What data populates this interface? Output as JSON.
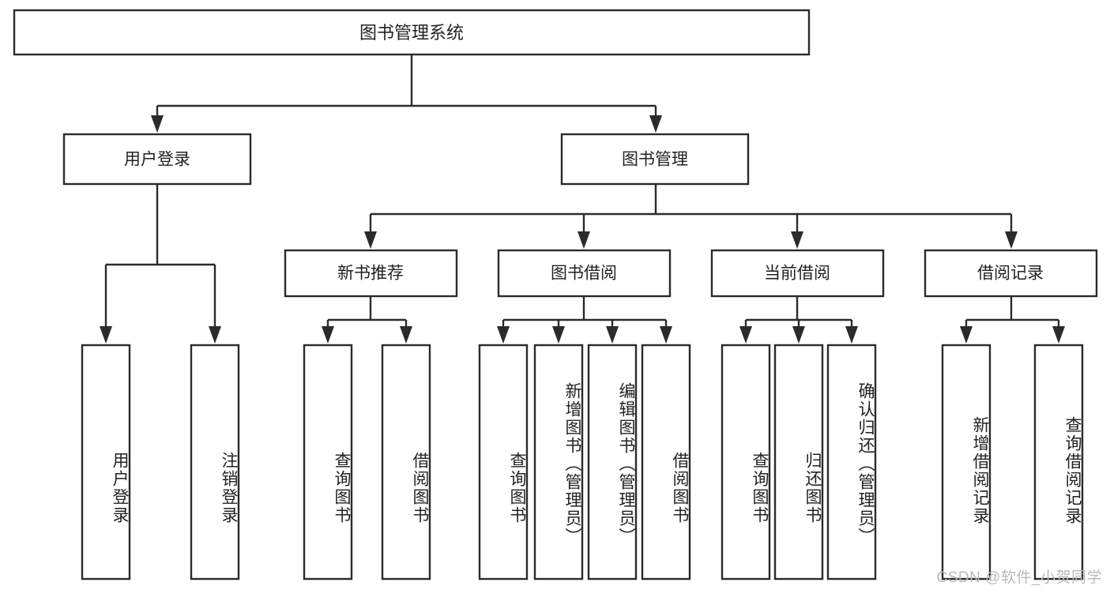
{
  "diagram": {
    "title": "图书管理系统",
    "type": "tree-hierarchy",
    "orientation": "top-down",
    "colors": {
      "box_stroke": "#2b2b2b",
      "box_fill": "#ffffff",
      "connector": "#2b2b2b",
      "text": "#222222",
      "watermark": "#b9b9b9",
      "background": "#ffffff"
    },
    "root": {
      "label": "图书管理系统"
    },
    "level2": [
      {
        "label": "用户登录"
      },
      {
        "label": "图书管理"
      }
    ],
    "level3": [
      {
        "label": "新书推荐"
      },
      {
        "label": "图书借阅"
      },
      {
        "label": "当前借阅"
      },
      {
        "label": "借阅记录"
      }
    ],
    "leaves": {
      "user_login": [
        {
          "label": "用户登录"
        },
        {
          "label": "注销登录"
        }
      ],
      "new_book_recommend": [
        {
          "label": "查询图书"
        },
        {
          "label": "借阅图书"
        }
      ],
      "book_borrow": [
        {
          "label": "查询图书"
        },
        {
          "label": "新增图书（管理员）"
        },
        {
          "label": "编辑图书（管理员）"
        },
        {
          "label": "借阅图书"
        }
      ],
      "current_borrow": [
        {
          "label": "查询图书"
        },
        {
          "label": "归还图书"
        },
        {
          "label": "确认归还（管理员）"
        }
      ],
      "borrow_record": [
        {
          "label": "新增借阅记录"
        },
        {
          "label": "查询借阅记录"
        }
      ]
    }
  },
  "watermark": {
    "text": "CSDN @软件_小贺同学"
  }
}
